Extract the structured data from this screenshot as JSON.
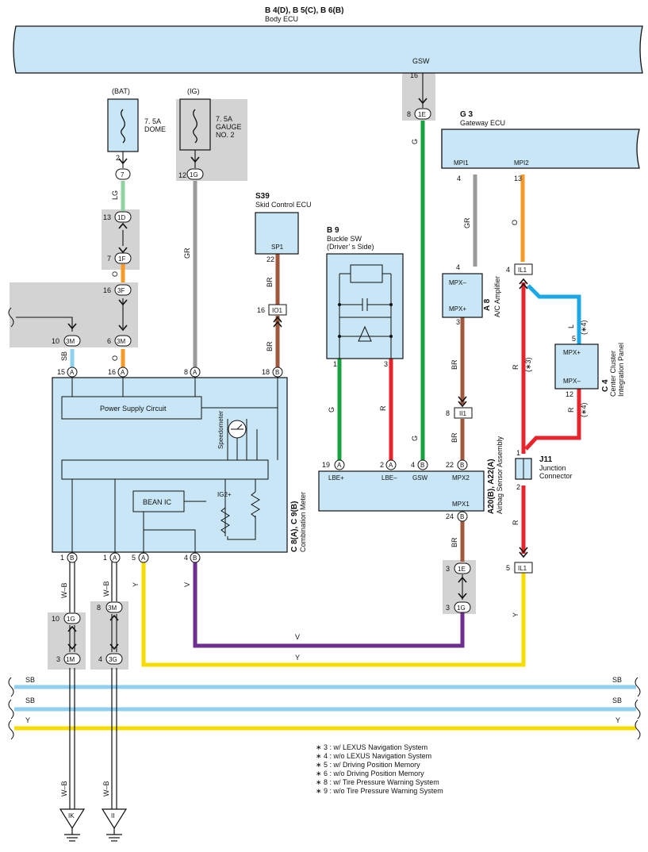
{
  "components": {
    "body_ecu": {
      "code": "B 4(D), B 5(C), B 6(B)",
      "name": "Body ECU",
      "terminal": "GSW"
    },
    "fuse_dome": {
      "source": "(BAT)",
      "rating": "7. 5A",
      "name": "DOME"
    },
    "fuse_gauge": {
      "source": "(IG)",
      "rating": "7. 5A",
      "name1": "GAUGE",
      "name2": "NO. 2"
    },
    "skid_ecu": {
      "code": "S39",
      "name": "Skid Control ECU",
      "terminal": "SP1"
    },
    "buckle_sw": {
      "code": "B 9",
      "name1": "Buckle SW",
      "name2": "(Driver’ s Side)"
    },
    "gateway_ecu": {
      "code": "G 3",
      "name": "Gateway ECU",
      "t1": "MPI1",
      "t2": "MPI2"
    },
    "ac_amp": {
      "code": "A 8",
      "name": "A/C Amplifier",
      "t1": "MPX–",
      "t2": "MPX+"
    },
    "cluster_panel": {
      "code": "C 4",
      "name1": "Center Cluster",
      "name2": "Integration Panel",
      "t1": "MPX+",
      "t2": "MPX–"
    },
    "airbag": {
      "code": "A20(B), A22(A)",
      "name": "Airbag Sensor Assembly",
      "t1": "LBE+",
      "t2": "LBE–",
      "t3": "GSW",
      "t4": "MPX2",
      "t5": "MPX1"
    },
    "junction": {
      "code": "J11",
      "name1": "Junction",
      "name2": "Connector"
    },
    "meter": {
      "code": "C 8(A), C 9(B)",
      "name": "Combination Meter",
      "psc": "Power Supply Circuit",
      "bean": "BEAN IC",
      "ig2": "IG2+",
      "speedo": "Speedometer"
    }
  },
  "connectors": {
    "c7": "7",
    "c1D": "1D",
    "c1F": "1F",
    "c3F": "3F",
    "c3M": "3M",
    "c1G": "1G",
    "cIO1": "IO1",
    "c1E": "1E",
    "cIL1": "IL1",
    "cII1": "II1",
    "c3G": "3G",
    "c1M": "1M",
    "A": "A",
    "B": "B"
  },
  "pins": {
    "p2": "2",
    "p13": "13",
    "p7": "7",
    "p16": "16",
    "p10": "10",
    "p6": "6",
    "p15": "15",
    "p8": "8",
    "p12": "12",
    "p18": "18",
    "p22": "22",
    "p1": "1",
    "p3": "3",
    "p4": "4",
    "p19": "19",
    "p24": "24",
    "p5": "5"
  },
  "wires": {
    "LG": "LG",
    "O": "O",
    "SB": "SB",
    "GR": "GR",
    "BR": "BR",
    "G": "G",
    "R": "R",
    "L": "L",
    "WB": "W–B",
    "V": "V",
    "Y": "Y"
  },
  "footnote_marks": {
    "s3": "(∗3)",
    "s4": "(∗4)"
  },
  "grounds": {
    "g1": "IK",
    "g2": "II"
  },
  "notes": [
    "∗ 3 : w/ LEXUS Navigation System",
    "∗ 4 : w/o LEXUS Navigation System",
    "∗ 5 : w/ Driving Position Memory",
    "∗ 6 : w/o Driving Position Memory",
    "∗ 8 : w/ Tire Pressure Warning System",
    "∗ 9 : w/o Tire Pressure Warning System"
  ],
  "colors": {
    "panel": "#c8e6f5",
    "gray": "#d3d3d3",
    "lg": "#8fd4a2",
    "orange": "#f59a28",
    "sb": "#8ed0ef",
    "gr": "#9a9a9a",
    "br": "#a0573b",
    "green": "#14a33c",
    "red": "#e8232b",
    "blue": "#1aa9e6",
    "violet": "#6e2d91",
    "yellow": "#f7dc00"
  }
}
